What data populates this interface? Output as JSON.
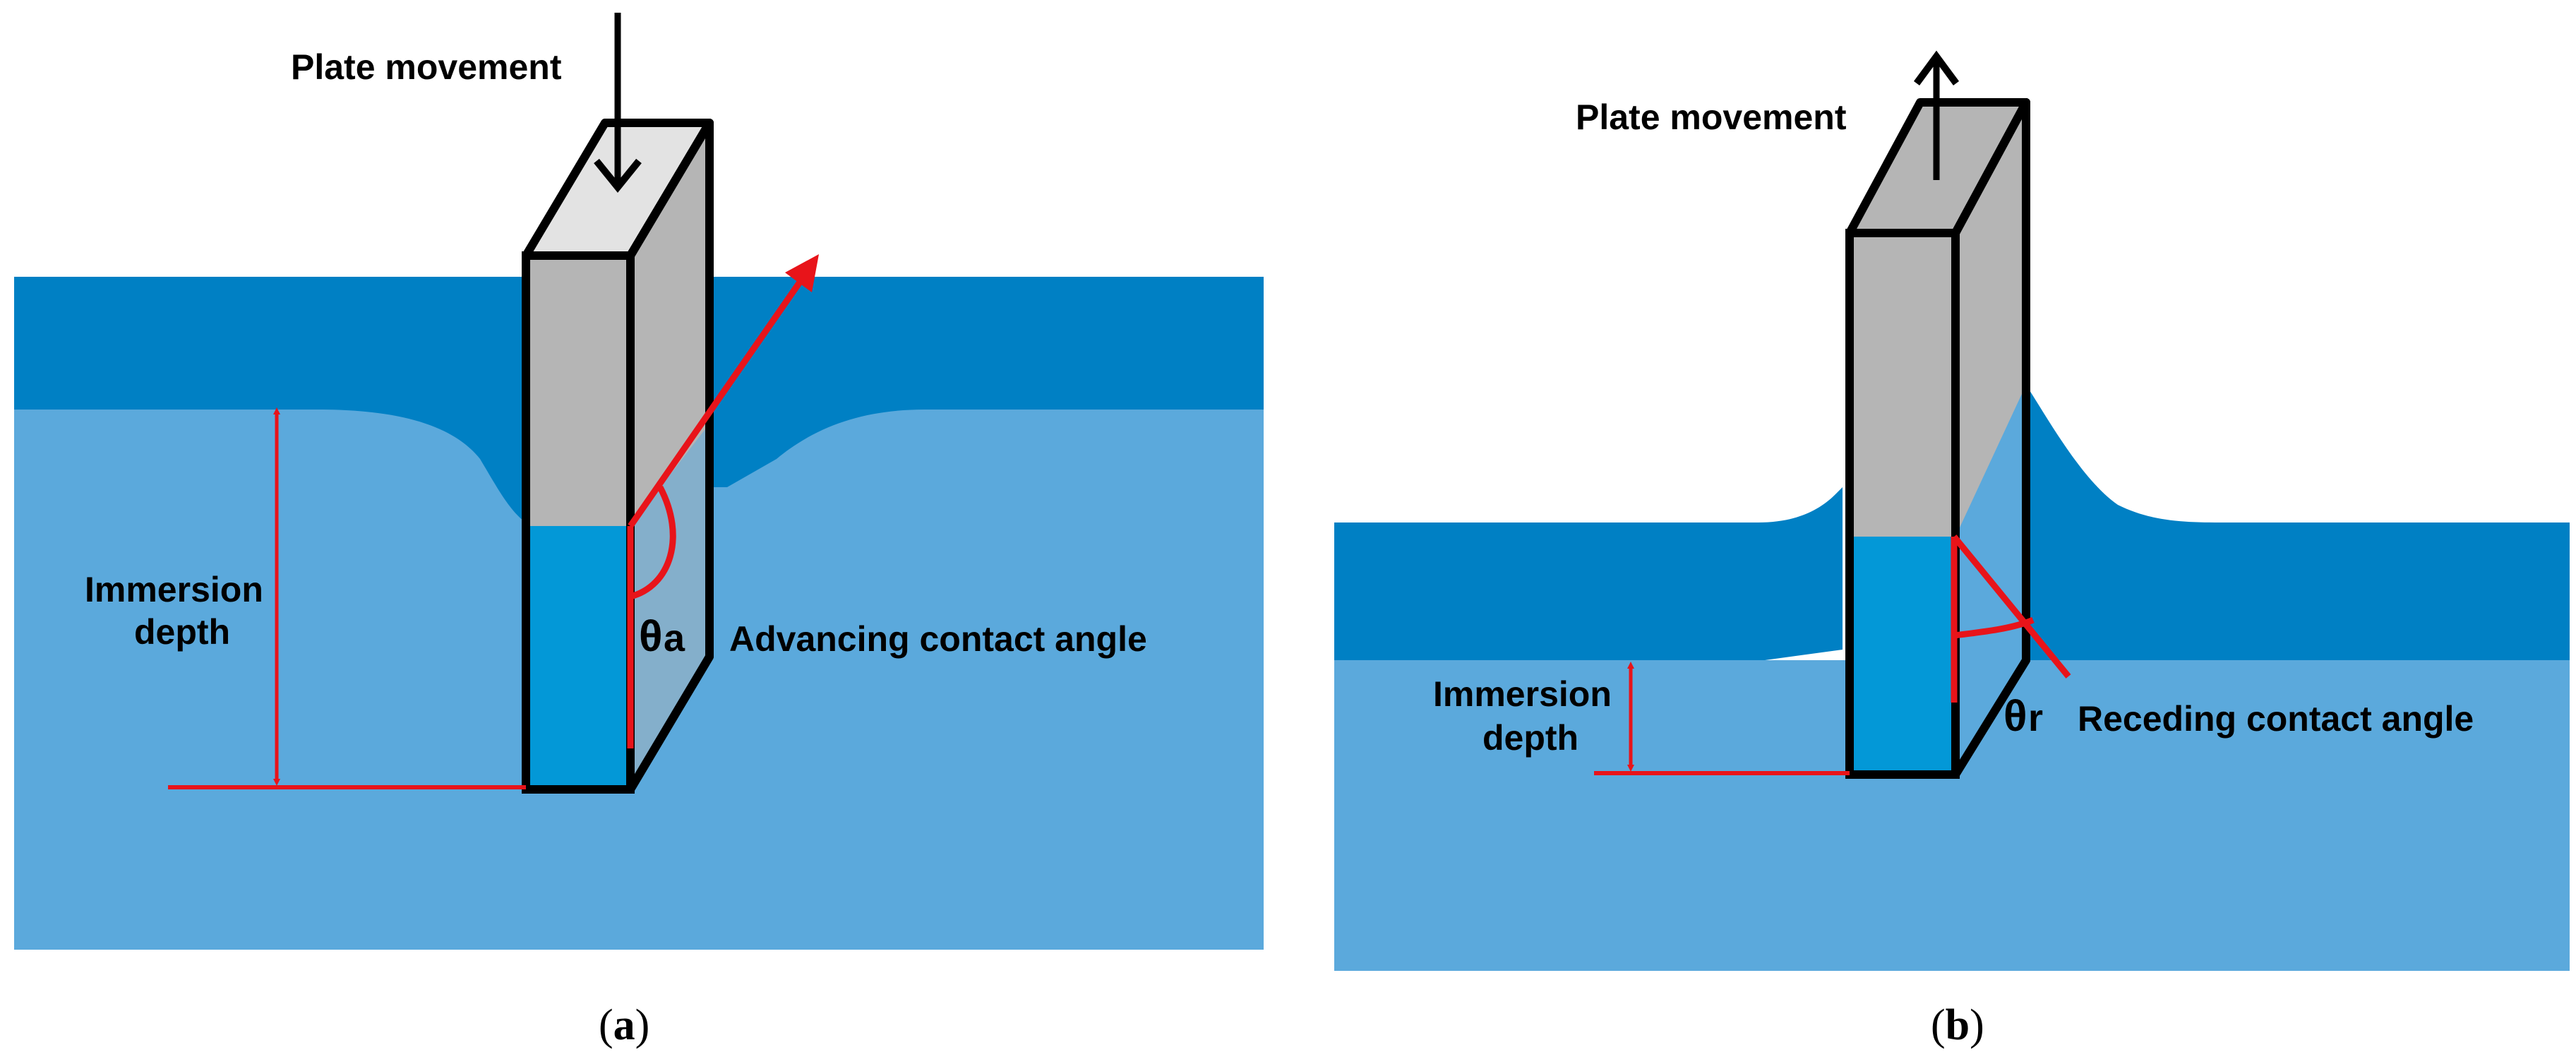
{
  "colors": {
    "liquid_deep": "#0080C4",
    "liquid_light": "#5BA9DC",
    "immersed_plate": "#0398D7",
    "plate_gray": "#B5B5B5",
    "plate_top": "#E3E3E3",
    "annotation_red": "#E8141A",
    "outline": "#000000"
  },
  "panel_a": {
    "movement_label": "Plate movement",
    "depth_label_line1": "Immersion",
    "depth_label_line2": "depth",
    "angle_symbol": "θ",
    "angle_subscript": "a",
    "angle_label": "Advancing contact angle",
    "caption_open": "(",
    "caption_letter": "a",
    "caption_close": ")",
    "movement_direction": "down"
  },
  "panel_b": {
    "movement_label": "Plate movement",
    "depth_label_line1": "Immersion",
    "depth_label_line2": "depth",
    "angle_symbol": "θ",
    "angle_subscript": "r",
    "angle_label": "Receding contact angle",
    "caption_open": "(",
    "caption_letter": "b",
    "caption_close": ")",
    "movement_direction": "up"
  }
}
